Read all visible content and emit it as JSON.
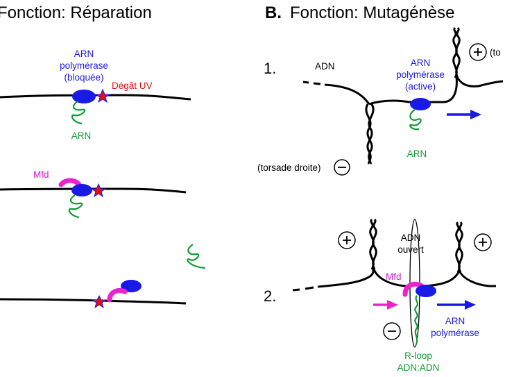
{
  "panel_a": {
    "title": "Fonction: Réparation",
    "step1": {
      "polymerase_label": [
        "ARN",
        "polymérase",
        "(bloquée)"
      ],
      "damage_label": "Dégât UV",
      "rna_label": "ARN"
    },
    "step2": {
      "mfd_label": "Mfd"
    },
    "step3": {}
  },
  "panel_b": {
    "letter": "B.",
    "title": "Fonction: Mutagénèse",
    "step1": {
      "number": "1.",
      "dna_label": "ADN",
      "polymerase_label": [
        "ARN",
        "polymérase",
        "(active)"
      ],
      "rna_label": "ARN",
      "neg_supercoil_label": "(torsade droite)",
      "pos_supercoil_label": "(to",
      "plus_symbol": "+",
      "minus_symbol": "−"
    },
    "step2": {
      "number": "2.",
      "open_dna_label": [
        "ADN",
        "ouvert"
      ],
      "mfd_label": "Mfd",
      "polymerase_label": [
        "ARN",
        "polymérase"
      ],
      "rloop_label": [
        "R-loop",
        "ADN:ADN"
      ],
      "plus_symbol": "+",
      "minus_symbol": "−"
    }
  },
  "colors": {
    "polymerase": "#1a1ae6",
    "rna": "#119933",
    "mfd": "#ee22cc",
    "damage_star_fill": "#e01010",
    "damage_star_stroke": "#1a1ae6",
    "dna": "#000000"
  }
}
